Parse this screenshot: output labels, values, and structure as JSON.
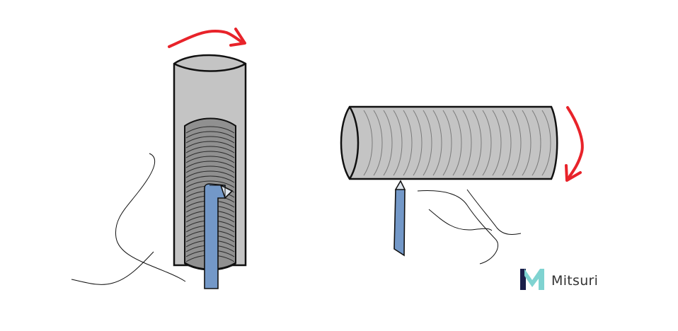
{
  "brand": {
    "name": "Mitsuri",
    "logo_dark": "#1b1f4a",
    "logo_light": "#7fd3d1"
  },
  "colors": {
    "workpiece": "#c4c4c4",
    "groove": "#7a7a7a",
    "cavity": "#909090",
    "tool": "#7398c8",
    "arrow": "#e8232a",
    "outline": "#111111",
    "text": "#333333"
  },
  "figures": [
    {
      "name": "boring-vertical",
      "rotation_arrow": "red-curved-arrow"
    },
    {
      "name": "turning-horizontal",
      "rotation_arrow": "red-curved-arrow"
    }
  ]
}
